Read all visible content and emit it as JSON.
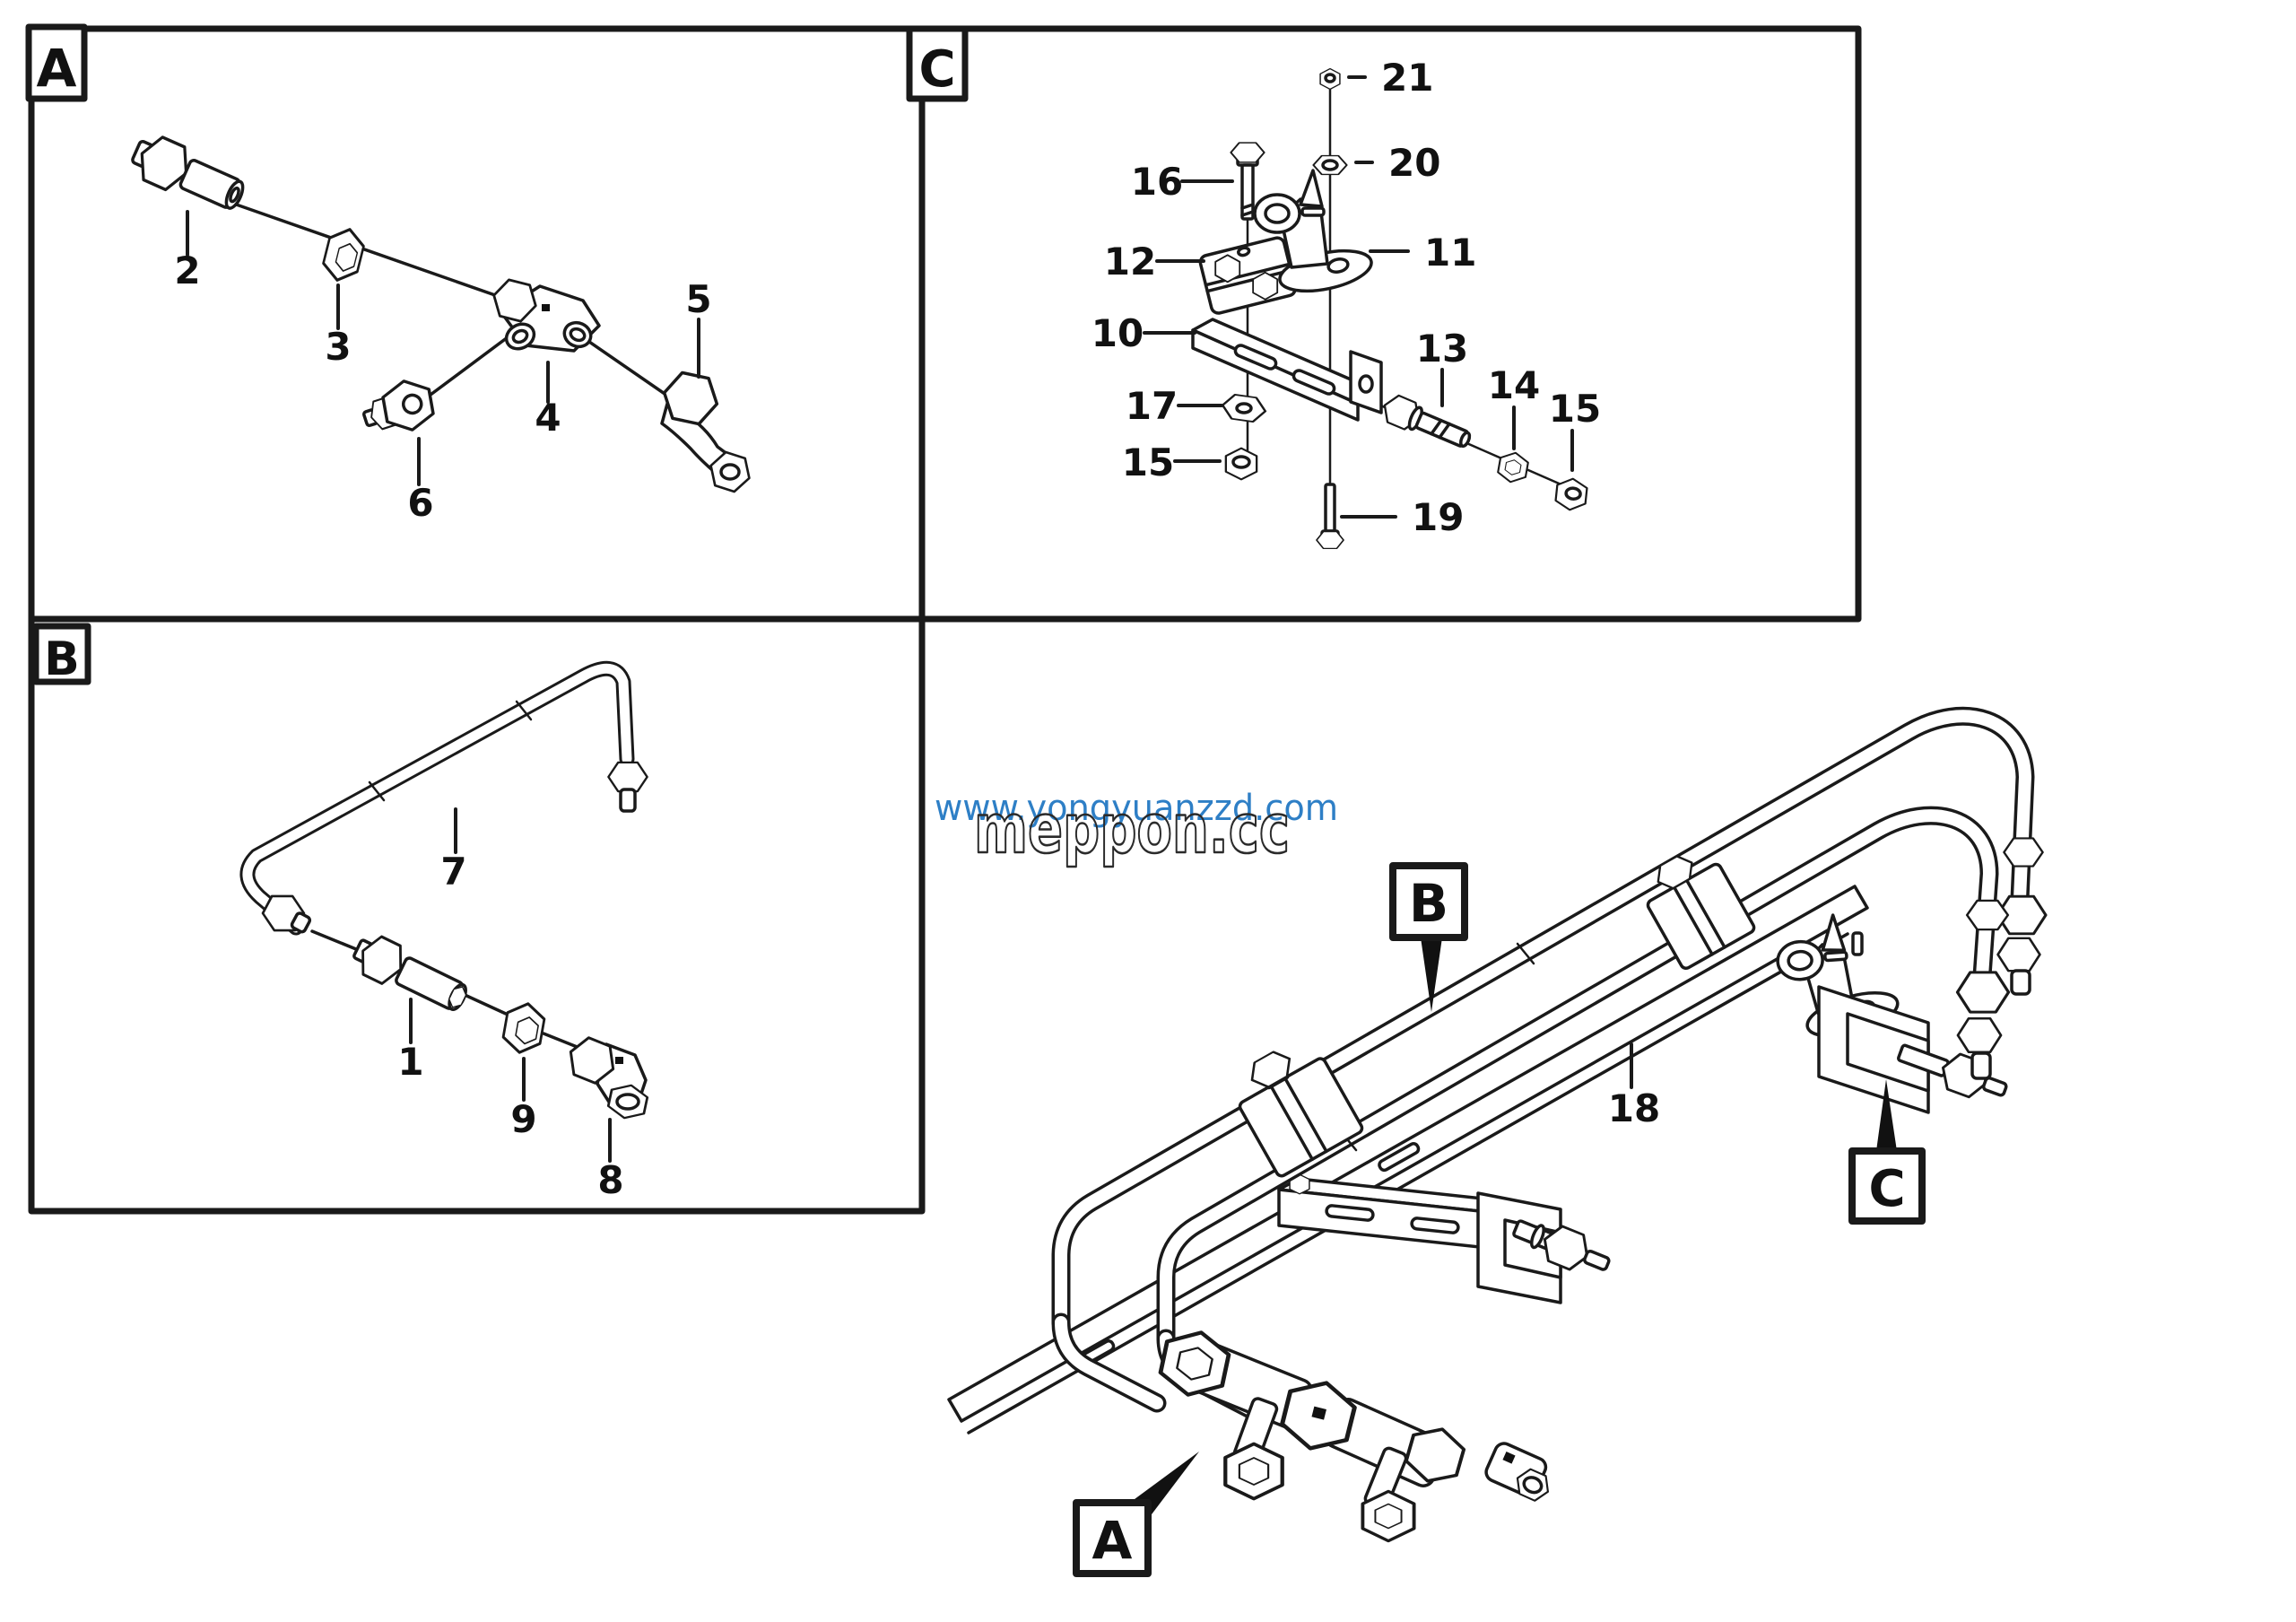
{
  "figure": {
    "kind": "exploded-parts-diagram",
    "description": "Fuel/air pipe installation parts diagram with detail panels A, B, C and main assembly view"
  },
  "colors": {
    "line": "#1a1a1a",
    "watermark_blue": "#2e7fc6"
  },
  "panels": {
    "a": {
      "label": "A"
    },
    "b": {
      "label": "B"
    },
    "c": {
      "label": "C"
    }
  },
  "refs": {
    "a": "A",
    "b": "B",
    "c": "C"
  },
  "callouts": {
    "c1": "1",
    "c2": "2",
    "c3": "3",
    "c4": "4",
    "c5": "5",
    "c6": "6",
    "c7": "7",
    "c8": "8",
    "c9": "9",
    "c10": "10",
    "c11": "11",
    "c12": "12",
    "c13": "13",
    "c14": "14",
    "c15": "15",
    "c15b": "15",
    "c16": "16",
    "c17": "17",
    "c18": "18",
    "c19": "19",
    "c20": "20",
    "c21": "21"
  },
  "watermark": {
    "line1": "www.yongyuanzzd.com",
    "line2": "meppon.cc"
  }
}
